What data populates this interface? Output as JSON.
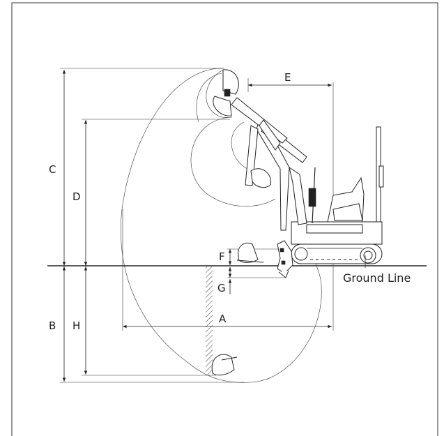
{
  "labels": {
    "A": "A",
    "B": "B",
    "C": "C",
    "D": "D",
    "E": "E",
    "F": "F",
    "G": "G",
    "H": "H"
  },
  "ground_line": "Ground Line",
  "icons": [
    "excavator-icon",
    "bucket-icon",
    "dozer-blade-icon"
  ]
}
